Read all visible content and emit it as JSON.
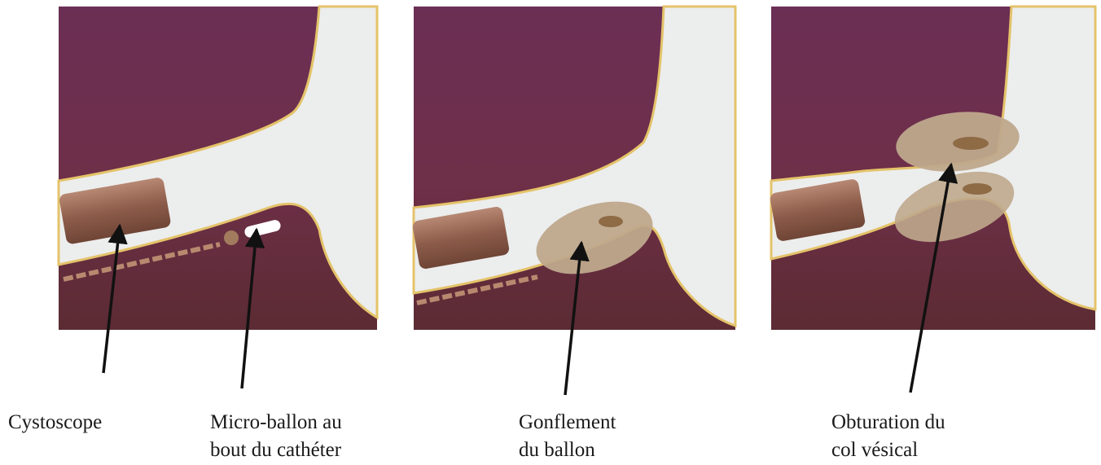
{
  "panels": [
    {
      "id": "panel-1",
      "step": "cystoscope-and-catheter"
    },
    {
      "id": "panel-2",
      "step": "balloon-inflation"
    },
    {
      "id": "panel-3",
      "step": "bladder-neck-obturation"
    }
  ],
  "labels": {
    "cystoscope": "Cystoscope",
    "microballon_line1": "Micro-ballon au",
    "microballon_line2": "bout du cathéter",
    "gonflement_line1": "Gonflement",
    "gonflement_line2": "du ballon",
    "obturation_line1": "Obturation du",
    "obturation_line2": "col vésical"
  },
  "colors": {
    "tissue": "#6e2f4e",
    "tissue_dark": "#5a2a3a",
    "lumen": "#ecedee",
    "lumen_edge": "#e9c76a",
    "balloon": "#bda98e",
    "instrument": "#9a6a57",
    "arrow": "#111111"
  }
}
